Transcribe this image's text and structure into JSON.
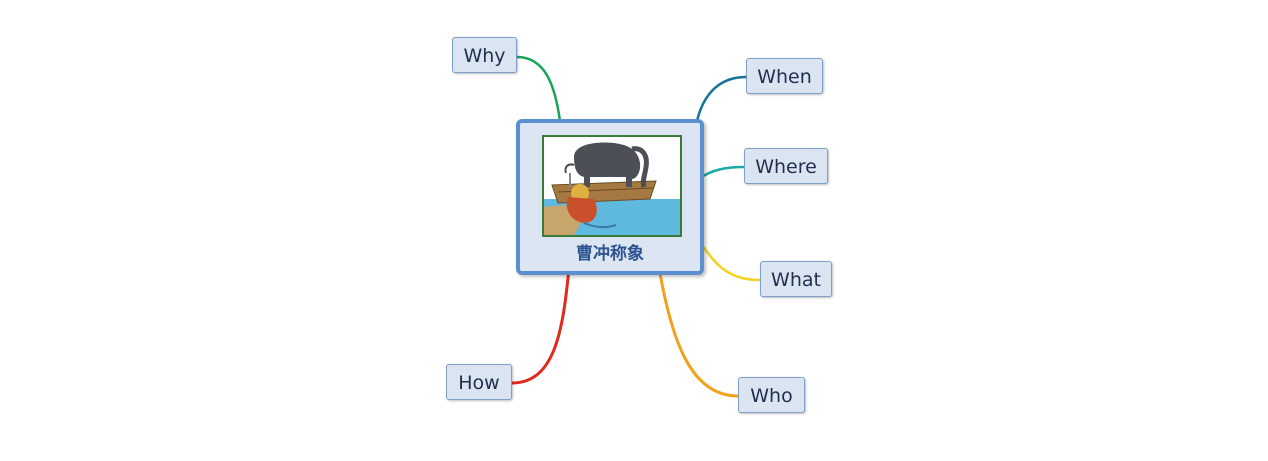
{
  "central": {
    "title": "曹冲称象",
    "image": "elephant-on-boat-illustration"
  },
  "topics": {
    "why": {
      "label": "Why",
      "color": "#1aa35a"
    },
    "when": {
      "label": "When",
      "color": "#16729a"
    },
    "where": {
      "label": "Where",
      "color": "#1aa9a4"
    },
    "what": {
      "label": "What",
      "color": "#f2d21e"
    },
    "who": {
      "label": "Who",
      "color": "#f0a21a"
    },
    "how": {
      "label": "How",
      "color": "#e02a1a"
    }
  },
  "colors": {
    "topic_fill": "#dbe5f2",
    "topic_border": "#7d9fc9",
    "central_border": "#5b8fcf",
    "central_fill": "#dce6f3"
  }
}
